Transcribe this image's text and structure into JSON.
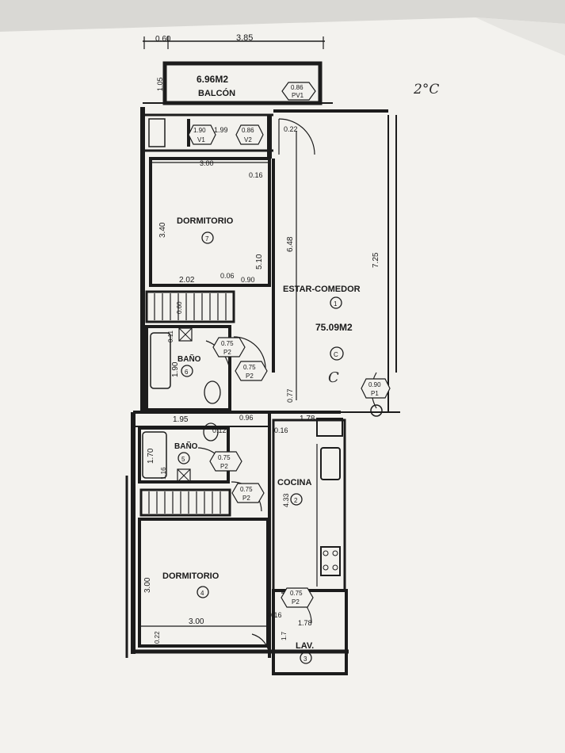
{
  "colors": {
    "paper": "#f4f3f0",
    "ink": "#1c1c1c",
    "background": "#d9d8d4"
  },
  "handwritten": {
    "top_note": "2°C",
    "unit_letter": "C"
  },
  "rooms": {
    "balcon": {
      "area": "6.96M2",
      "name": "BALCÓN"
    },
    "estar": {
      "name": "ESTAR-COMEDOR",
      "number": "1",
      "area": "75.09M2",
      "unit": "C"
    },
    "dormitorio_top": {
      "name": "DORMITORIO",
      "number": "7"
    },
    "bano_top": {
      "name": "BAÑO",
      "number": "6"
    },
    "bano_bottom": {
      "name": "BAÑO",
      "number": "5"
    },
    "cocina": {
      "name": "COCINA",
      "number": "2"
    },
    "dormitorio_bottom": {
      "name": "DORMITORIO",
      "number": "4"
    },
    "lav": {
      "name": "LAV.",
      "number": "3"
    }
  },
  "openings": {
    "pv1": {
      "size": "0.86",
      "code": "PV1"
    },
    "v1": {
      "size": "1.90",
      "code": "V1"
    },
    "v2": {
      "size": "0.86",
      "code": "V2"
    },
    "p2_a": {
      "size": "0.75",
      "code": "P2"
    },
    "p2_b": {
      "size": "0.75",
      "code": "P2"
    },
    "p2_c": {
      "size": "0.75",
      "code": "P2"
    },
    "p2_d": {
      "size": "0.75",
      "code": "P2"
    },
    "p2_e": {
      "size": "0.75",
      "code": "P2"
    },
    "p1": {
      "size": "0.90",
      "code": "P1"
    }
  },
  "dimensions": {
    "top_small": "0.60",
    "top_width": "3.85",
    "balcony_depth": "1.05",
    "window_gap": "1.99",
    "small_022": "0.22",
    "dorm_width": "3.00",
    "small_016": "0.16",
    "dorm_height": "3.40",
    "wall_510": "5.10",
    "estar_height": "6.48",
    "estar_height_2": "7.25",
    "closet_width": "2.02",
    "small_006": "0.06",
    "small_090": "0.90",
    "closet_depth": "0.60",
    "bano_small": "0.11",
    "bano_height": "1.90",
    "small_077": "0.77",
    "bano_width": "1.95",
    "small_096": "0.96",
    "small_012": "0.12",
    "kitchen_width": "1.78",
    "small_016b": "0.16",
    "bano2_height": "1.70",
    "bano2_small": "1.16",
    "cocina_height": "4.33",
    "dorm2_height": "3.00",
    "dorm2_width": "3.00",
    "small_016c": "0.16",
    "lav_width": "1.78",
    "small_022b": "0.22",
    "lav_height": "1.7"
  }
}
